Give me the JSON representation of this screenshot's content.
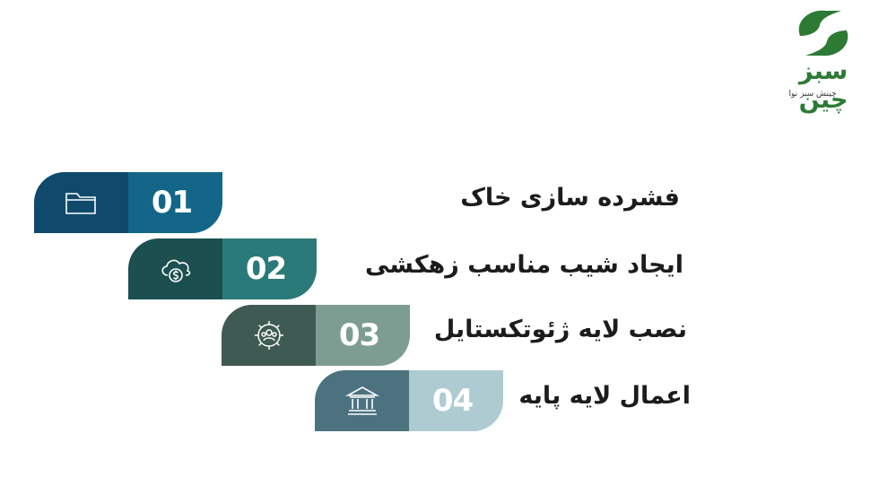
{
  "brand": {
    "name": "سبز چین",
    "tagline": "چینش سبز نوا",
    "accent_color": "#2d7a35"
  },
  "steps": [
    {
      "number": "01",
      "label": "فشرده سازی خاک",
      "icon": "folder-icon",
      "dark_color": "#0f4a6c",
      "light_color": "#136687"
    },
    {
      "number": "02",
      "label": "ایجاد شیب مناسب زهکشی",
      "icon": "cloud-dollar-icon",
      "dark_color": "#1c4f4f",
      "light_color": "#2a7a79"
    },
    {
      "number": "03",
      "label": "نصب لایه ژئوتکستایل",
      "icon": "gear-people-icon",
      "dark_color": "#3f5a52",
      "light_color": "#7e9d92"
    },
    {
      "number": "04",
      "label": "اعمال لایه پایه",
      "icon": "bank-icon",
      "dark_color": "#4c7280",
      "light_color": "#afcbd2"
    }
  ]
}
